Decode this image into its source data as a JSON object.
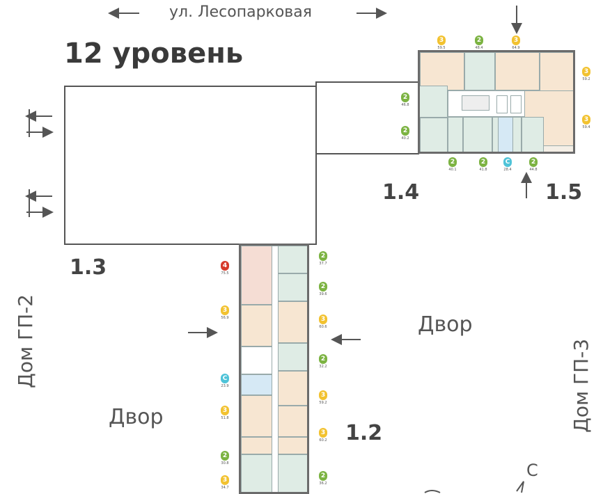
{
  "street": {
    "name": "ул. Лесопарковая"
  },
  "level": {
    "title": "12 уровень"
  },
  "sections": {
    "s13": "1.3",
    "s14": "1.4",
    "s15": "1.5",
    "s12": "1.2"
  },
  "yards": {
    "right": "Двор",
    "left": "Двор"
  },
  "houses": {
    "left": "Дом ГП-2",
    "right": "Дом ГП-3"
  },
  "compass": {
    "north_label": "С"
  },
  "colors": {
    "rooms2": "#7cb342",
    "rooms3": "#f2c230",
    "rooms4": "#d63a2a",
    "studio": "#4fc3d8"
  },
  "apartments_top": [
    {
      "rooms": "3",
      "area": "59.5"
    },
    {
      "rooms": "2",
      "area": "48.4"
    },
    {
      "rooms": "3",
      "area": "64.9"
    },
    {
      "rooms": "3",
      "area": "59.2"
    },
    {
      "rooms": "3",
      "area": "59.4"
    },
    {
      "rooms": "2",
      "area": "46.8"
    },
    {
      "rooms": "2",
      "area": "40.2"
    },
    {
      "rooms": "2",
      "area": "40.1"
    },
    {
      "rooms": "2",
      "area": "41.8"
    },
    {
      "rooms": "С",
      "area": "28.4"
    },
    {
      "rooms": "2",
      "area": "44.8"
    }
  ],
  "apartments_bottom": [
    {
      "rooms": "4",
      "area": "75.5"
    },
    {
      "rooms": "3",
      "area": "56.9"
    },
    {
      "rooms": "С",
      "area": "23.9"
    },
    {
      "rooms": "3",
      "area": "51.8"
    },
    {
      "rooms": "2",
      "area": "30.8"
    },
    {
      "rooms": "3",
      "area": "34.7"
    },
    {
      "rooms": "2",
      "area": "37.7"
    },
    {
      "rooms": "2",
      "area": "39.6"
    },
    {
      "rooms": "3",
      "area": "60.6"
    },
    {
      "rooms": "2",
      "area": "32.2"
    },
    {
      "rooms": "3",
      "area": "59.2"
    },
    {
      "rooms": "3",
      "area": "60.2"
    },
    {
      "rooms": "2",
      "area": "36.2"
    }
  ]
}
